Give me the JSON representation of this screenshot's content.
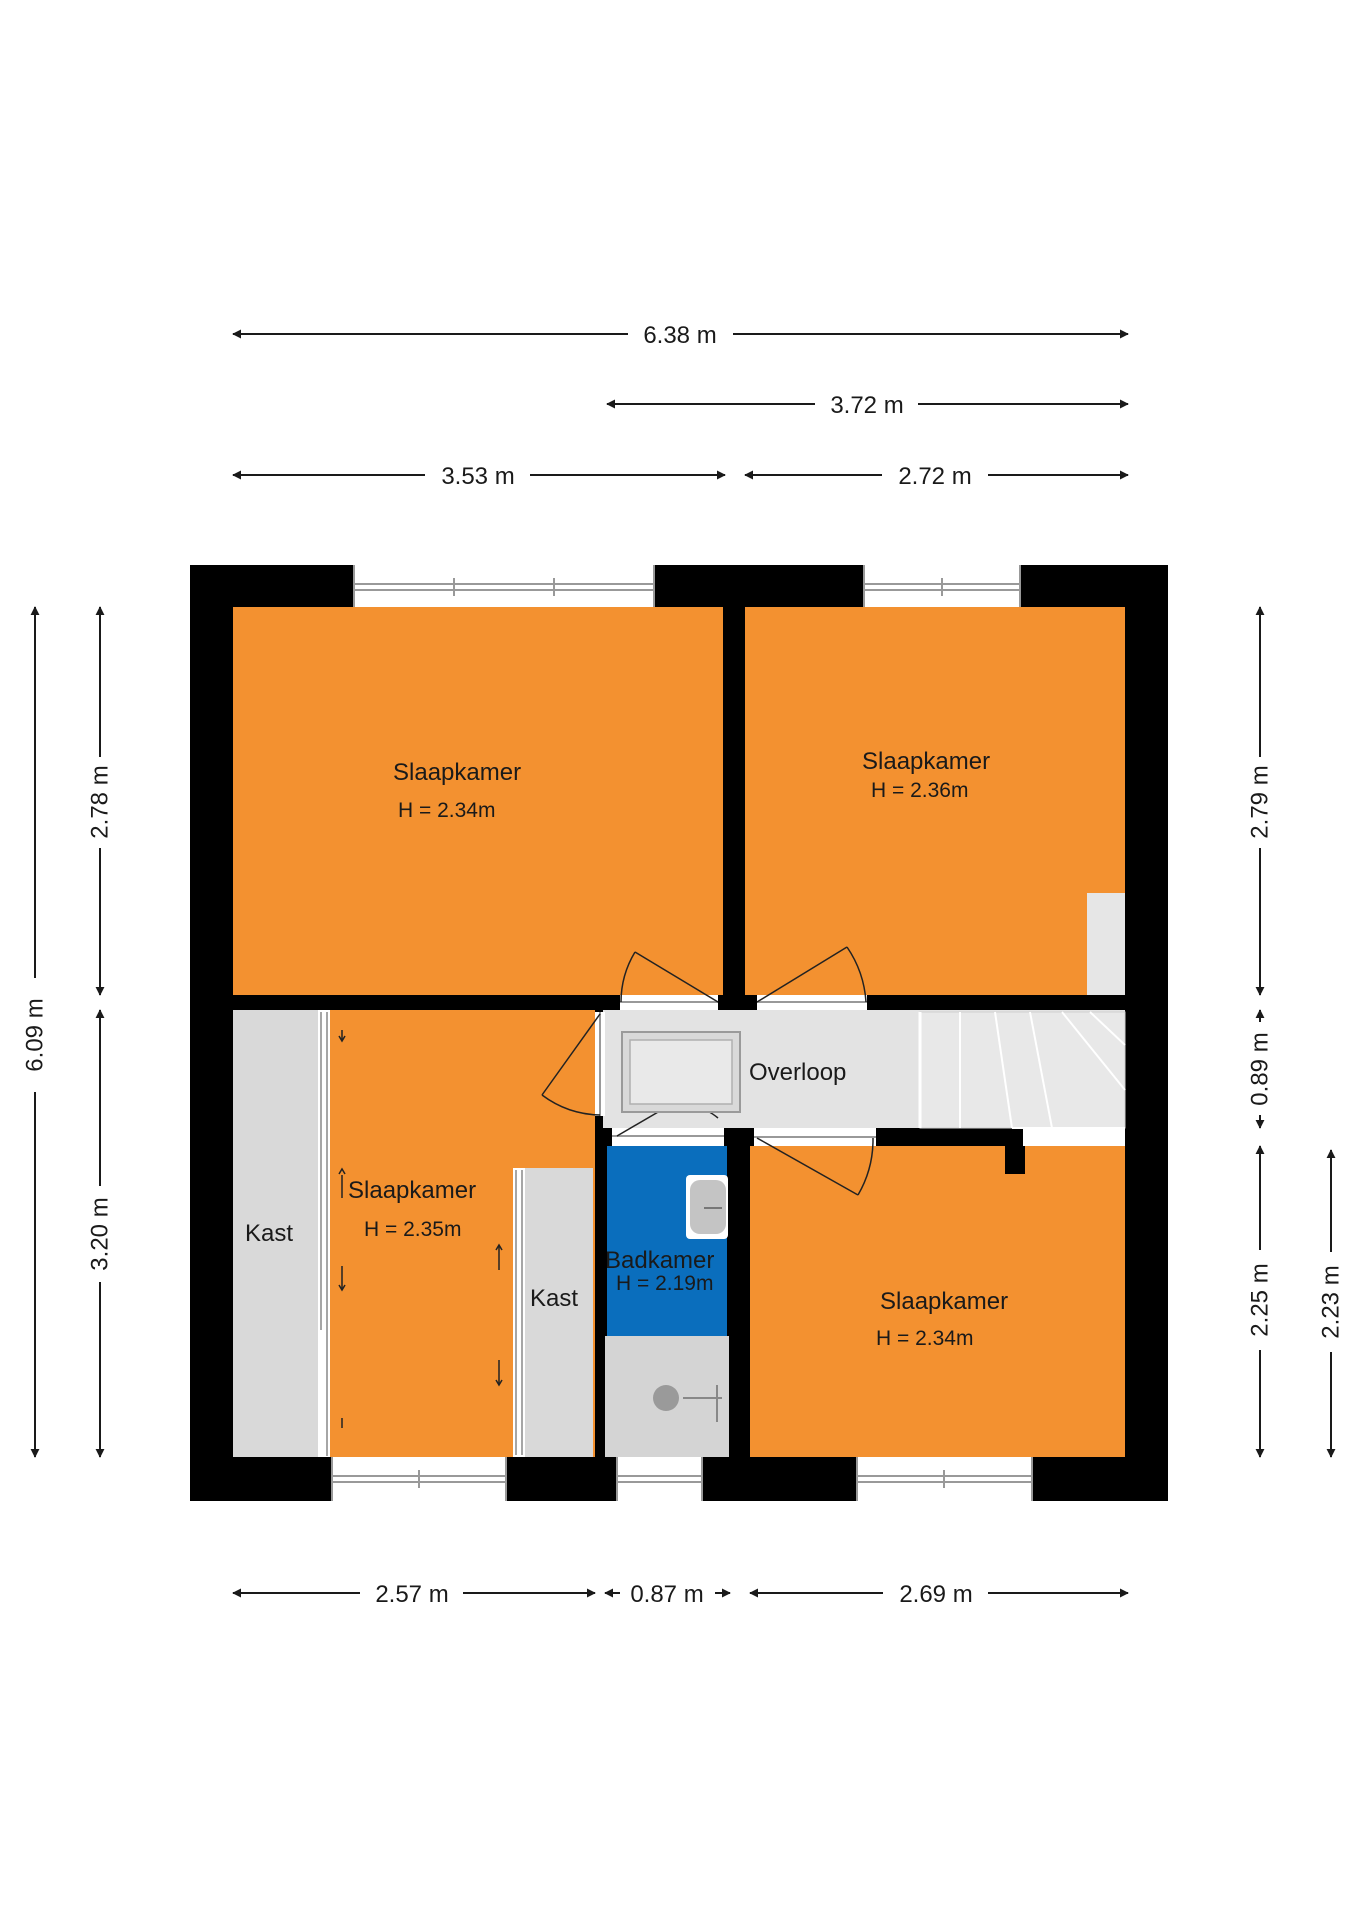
{
  "colors": {
    "wall": "#000000",
    "bedroom": "#f39130",
    "bathroom": "#0a6ebd",
    "storage": "#d9d9d9",
    "landing": "#e3e3e3",
    "background": "#ffffff"
  },
  "rooms": {
    "bedroom_1": {
      "name": "Slaapkamer",
      "height": "H = 2.34m"
    },
    "bedroom_2": {
      "name": "Slaapkamer",
      "height": "H = 2.36m"
    },
    "bedroom_3": {
      "name": "Slaapkamer",
      "height": "H = 2.35m"
    },
    "bedroom_4": {
      "name": "Slaapkamer",
      "height": "H = 2.34m"
    },
    "landing": {
      "name": "Overloop"
    },
    "bathroom": {
      "name": "Badkamer",
      "height": "H = 2.19m"
    },
    "closet_left": {
      "name": "Kast"
    },
    "closet_mid": {
      "name": "Kast"
    }
  },
  "dimensions": {
    "top_total": "6.38 m",
    "top_right": "3.72 m",
    "top_left_part": "3.53 m",
    "top_right_part": "2.72 m",
    "bottom_left": "2.57 m",
    "bottom_mid": "0.87 m",
    "bottom_right": "2.69 m",
    "left_total": "6.09 m",
    "left_upper": "2.78 m",
    "left_lower": "3.20 m",
    "right_upper": "2.79 m",
    "right_mid": "0.89 m",
    "right_lower": "2.25 m",
    "right_lower_outer": "2.23 m"
  }
}
